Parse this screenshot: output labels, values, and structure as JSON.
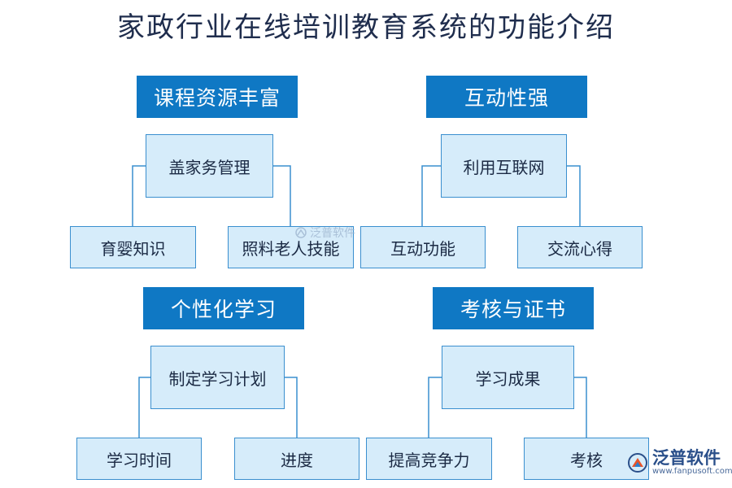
{
  "title": "家政行业在线培训教育系统的功能介绍",
  "groups": [
    {
      "header": "课程资源丰富",
      "parent": "盖家务管理",
      "children": [
        "育婴知识",
        "照料老人技能"
      ]
    },
    {
      "header": "互动性强",
      "parent": "利用互联网",
      "children": [
        "互动功能",
        "交流心得"
      ]
    },
    {
      "header": "个性化学习",
      "parent": "制定学习计划",
      "children": [
        "学习时间",
        "进度"
      ]
    },
    {
      "header": "考核与证书",
      "parent": "学习成果",
      "children": [
        "提高竞争力",
        "考核"
      ]
    }
  ],
  "watermark": {
    "text": "泛普软件"
  },
  "logo": {
    "name": "泛普软件",
    "url": "www.fanpusoft.com"
  },
  "colors": {
    "header": "#0f78c4",
    "node_fill": "#d6ecfa",
    "node_border": "#3a8fcf",
    "line": "#3a8fcf"
  }
}
